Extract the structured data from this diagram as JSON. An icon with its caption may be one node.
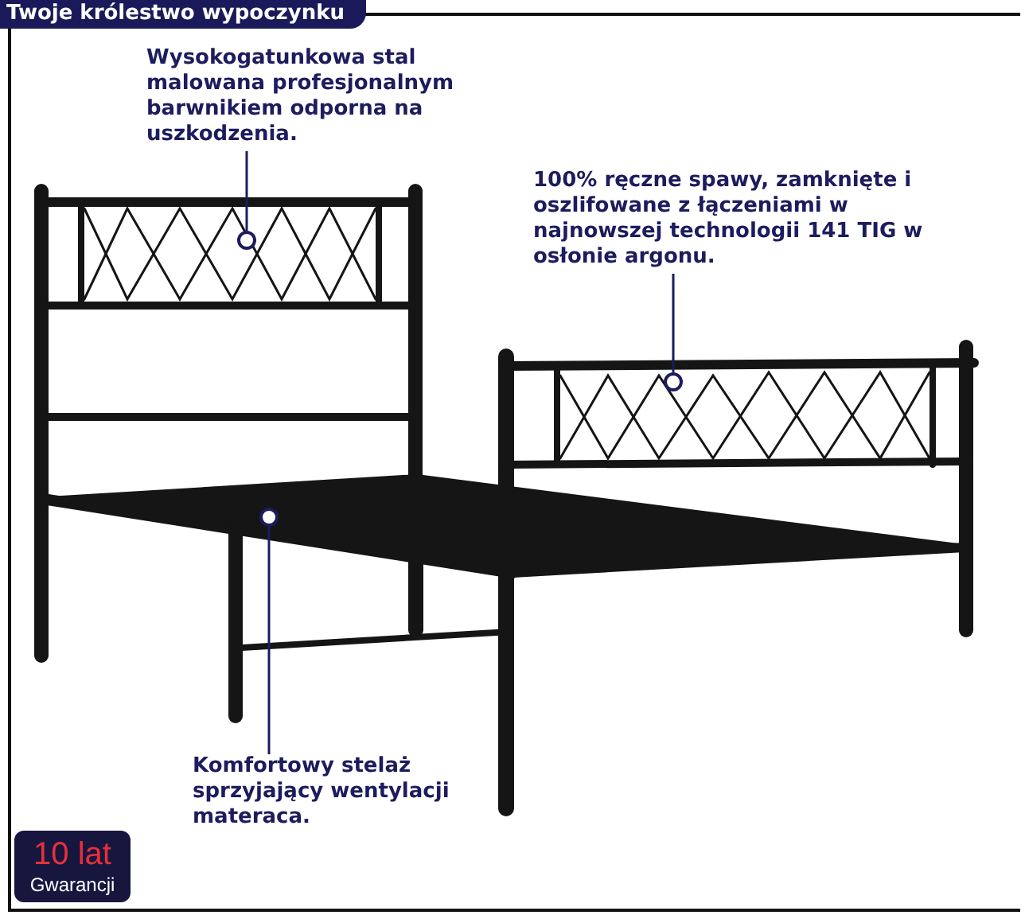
{
  "diagram": {
    "title": "Twoje królestwo wypoczynku",
    "nodes": [
      {
        "text": [
          "Wysokogatunkowa stal malowana profesjonalnym barwnikiem odporna na uszkodzenia."
        ]
      },
      {
        "text": [],
        "shape": "circle"
      },
      {
        "text": [
          "100% ręczne spawy, zamknięte i oszlifowane z łączeniami w najnowszej technologii 141 TIG w osłonie argonu."
        ]
      },
      {
        "text": [],
        "shape": "circle"
      },
      {
        "text": [
          "Komfortowy stelaż sprzyjający wentylacji materaca."
        ]
      },
      {
        "text": [],
        "shape": "circle"
      },
      {
        "text": [
          "10 lat",
          "Gwarancji"
        ]
      }
    ],
    "edges": [
      {
        "from": 0,
        "to": 1,
        "arrow": "none"
      },
      {
        "from": 2,
        "to": 3,
        "arrow": "none"
      },
      {
        "from": 4,
        "to": 5,
        "arrow": "none"
      }
    ]
  }
}
